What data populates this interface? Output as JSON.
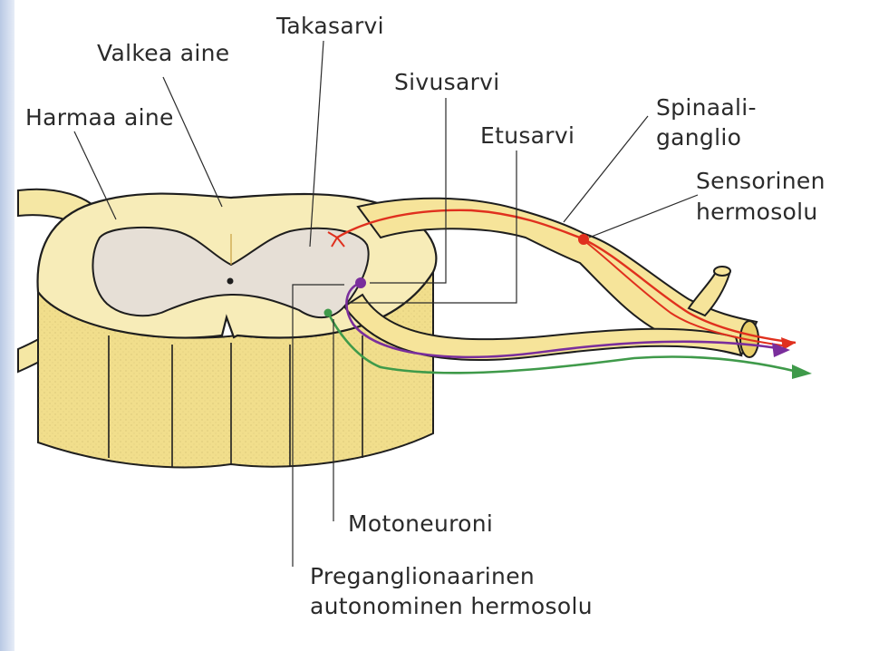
{
  "labels": {
    "takasarvi": "Takasarvi",
    "valkea_aine": "Valkea aine",
    "sivusarvi": "Sivusarvi",
    "harmaa_aine": "Harmaa aine",
    "etusarvi": "Etusarvi",
    "spinaaliganglio_line1": "Spinaali-",
    "spinaaliganglio_line2": "ganglio",
    "sensorinen_line1": "Sensorinen",
    "sensorinen_line2": "hermosolu",
    "motoneuroni": "Motoneuroni",
    "preganglionaarinen_line1": "Preganglionaarinen",
    "preganglionaarinen_line2": "autonominen hermosolu"
  },
  "colors": {
    "white_matter": "#f5e7a4",
    "gray_matter": "#e6dfd6",
    "outline": "#1e1e1e",
    "sensory_neuron": "#e0301e",
    "preganglionic_neuron": "#7a2e9c",
    "motor_neuron": "#3f9a4a",
    "side_strip": "#c6d4ea"
  }
}
